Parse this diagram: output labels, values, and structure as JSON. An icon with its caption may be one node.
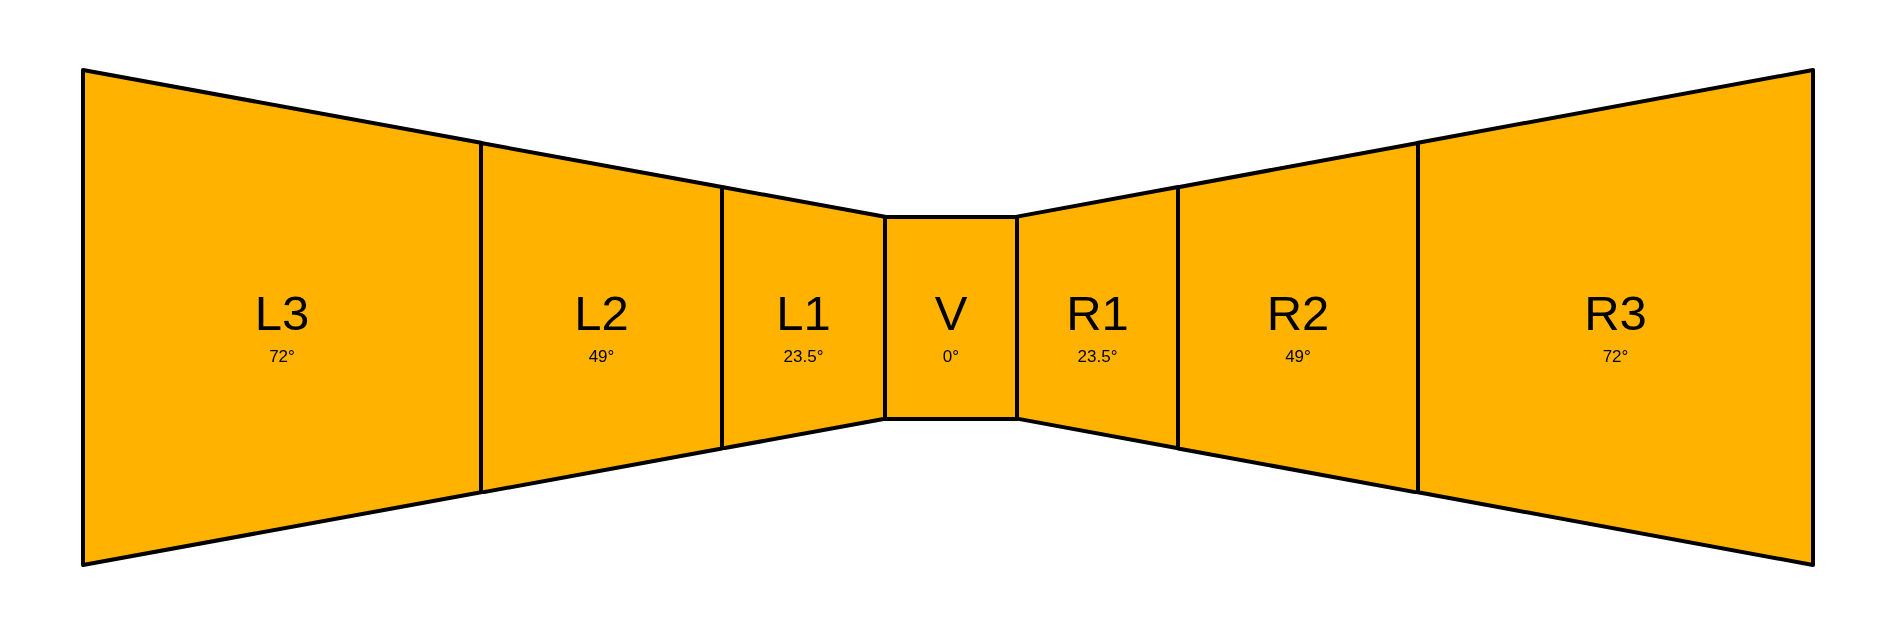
{
  "diagram": {
    "nodes": [
      {
        "text": [
          "L3",
          "72°"
        ]
      },
      {
        "text": [
          "L2",
          "49°"
        ]
      },
      {
        "text": [
          "L1",
          "23.5°"
        ]
      },
      {
        "text": [
          "V",
          "0°"
        ]
      },
      {
        "text": [
          "R1",
          "23.5°"
        ]
      },
      {
        "text": [
          "R2",
          "49°"
        ]
      },
      {
        "text": [
          "R3",
          "72°"
        ]
      }
    ]
  }
}
